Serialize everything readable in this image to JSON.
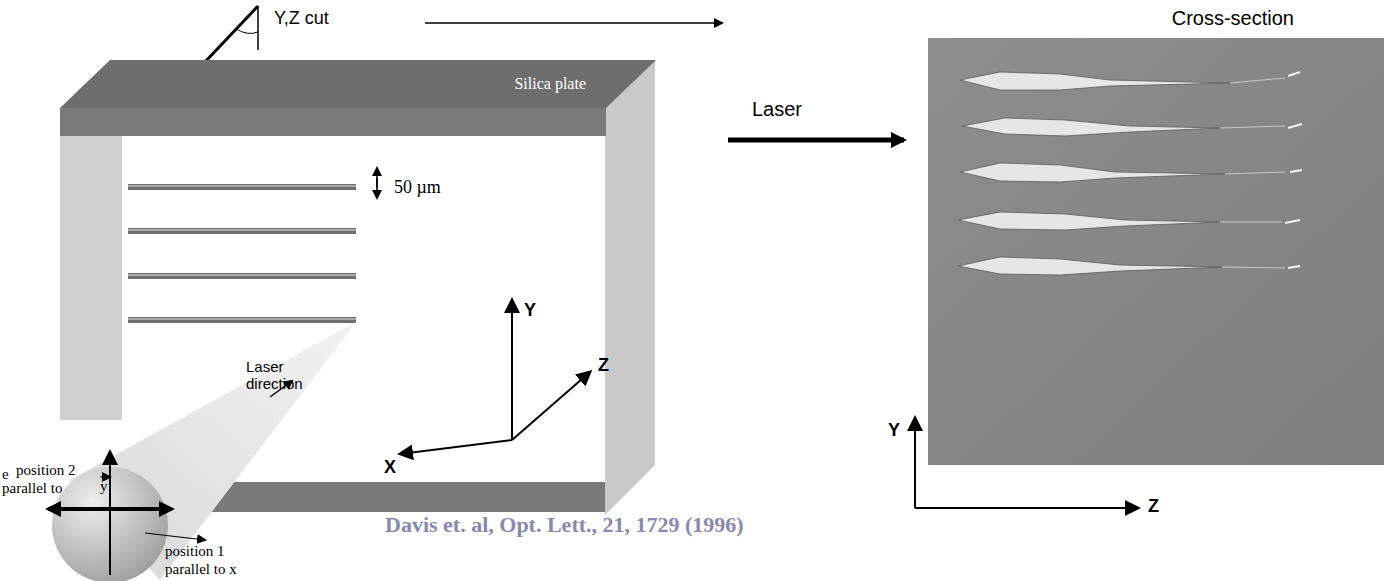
{
  "diagram": {
    "caption": "Davis et. al, Opt. Lett., 21, 1729 (1996)",
    "nodes": [
      {
        "text": [
          "Silica plate"
        ]
      },
      {
        "text": [
          "Cross-section"
        ]
      }
    ],
    "labels": [
      "Y,Z cut",
      "50 µm",
      "Y",
      "Z",
      "X",
      "Laser direction",
      "e",
      "position 2",
      "parallel to",
      "y",
      "position 1",
      "parallel to x",
      "Laser",
      "Y",
      "Z"
    ]
  }
}
